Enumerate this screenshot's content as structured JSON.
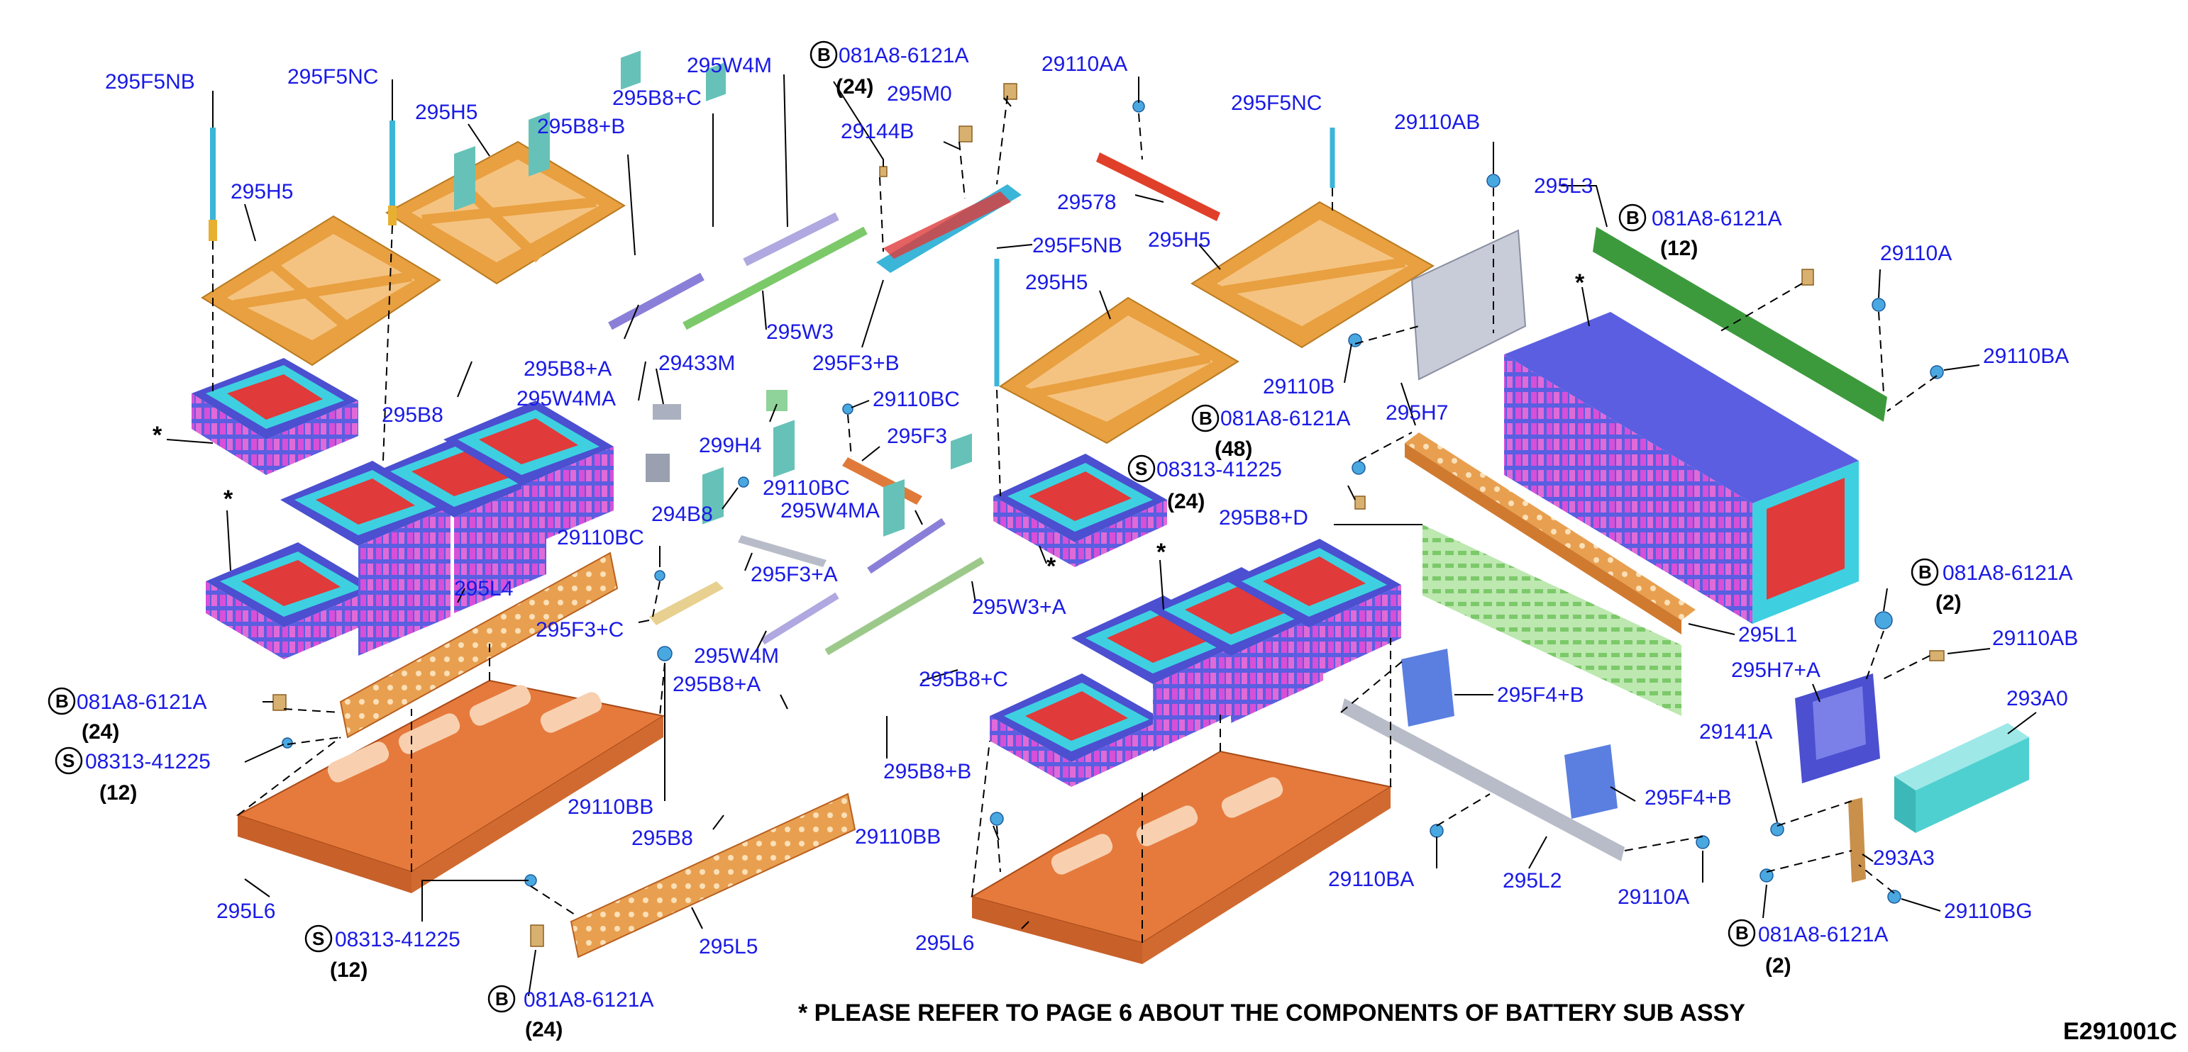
{
  "diagram": {
    "footnote": "* PLEASE REFER TO PAGE 6 ABOUT THE COMPONENTS OF BATTERY SUB ASSY",
    "figure_code": "E291001C",
    "asterisk": "*",
    "colors": {
      "callout": "#1a1ae6",
      "frame_orange": "#e8a040",
      "tray_orange": "#e57a3c",
      "module_blue": "#5b5ee0",
      "module_cyan": "#3ed0e0",
      "module_red": "#e03a3a",
      "module_magenta": "#d84fd8",
      "bus_green": "#7cc96a",
      "busbar_purple": "#9c8ad8",
      "sensor_teal": "#66c2b8",
      "bracket_blue": "#5a7fe0",
      "rail_grey": "#b8bcc8",
      "ecu_teal": "#4fd0d0"
    },
    "badges": {
      "bolt": "B",
      "screw": "S"
    },
    "callouts": [
      {
        "text": "295F5NB"
      },
      {
        "text": "295F5NC"
      },
      {
        "text": "295H5"
      },
      {
        "text": "295H5"
      },
      {
        "text": "295B8+B"
      },
      {
        "text": "295B8+C"
      },
      {
        "text": "295W4M"
      },
      {
        "text": "081A8-6121A",
        "badge": "B"
      },
      {
        "text": "295M0"
      },
      {
        "text": "29144B"
      },
      {
        "text": "29110AA"
      },
      {
        "text": "29578"
      },
      {
        "text": "295F5NC"
      },
      {
        "text": "29110AB"
      },
      {
        "text": "295L3"
      },
      {
        "text": "081A8-6121A",
        "badge": "B"
      },
      {
        "text": "29110A"
      },
      {
        "text": "29110BA"
      },
      {
        "text": "295F5NB"
      },
      {
        "text": "295H5"
      },
      {
        "text": "295H5"
      },
      {
        "text": "295W3"
      },
      {
        "text": "295F3+B"
      },
      {
        "text": "295B8+A"
      },
      {
        "text": "295W4MA"
      },
      {
        "text": "295B8"
      },
      {
        "text": "29433M"
      },
      {
        "text": "299H4"
      },
      {
        "text": "29110BC"
      },
      {
        "text": "295F3"
      },
      {
        "text": "29110B"
      },
      {
        "text": "295H7"
      },
      {
        "text": "081A8-6121A",
        "badge": "B"
      },
      {
        "text": "08313-41225",
        "badge": "S"
      },
      {
        "text": "295B8+D"
      },
      {
        "text": "294B8"
      },
      {
        "text": "29110BC"
      },
      {
        "text": "295W4MA"
      },
      {
        "text": "29110BC"
      },
      {
        "text": "295F3+A"
      },
      {
        "text": "295L4"
      },
      {
        "text": "295F3+C"
      },
      {
        "text": "295W3+A"
      },
      {
        "text": "295L1"
      },
      {
        "text": "081A8-6121A",
        "badge": "B"
      },
      {
        "text": "081A8-6121A",
        "badge": "B"
      },
      {
        "text": "295W4M"
      },
      {
        "text": "295B8+A"
      },
      {
        "text": "295B8+C"
      },
      {
        "text": "29110AB"
      },
      {
        "text": "295H7+A"
      },
      {
        "text": "293A0"
      },
      {
        "text": "08313-41225",
        "badge": "S"
      },
      {
        "text": "295F4+B"
      },
      {
        "text": "29141A"
      },
      {
        "text": "295B8+B"
      },
      {
        "text": "29110BB"
      },
      {
        "text": "295B8"
      },
      {
        "text": "29110BB"
      },
      {
        "text": "295F4+B"
      },
      {
        "text": "293A3"
      },
      {
        "text": "295L6"
      },
      {
        "text": "29110BA"
      },
      {
        "text": "295L2"
      },
      {
        "text": "29110A"
      },
      {
        "text": "29110BG"
      },
      {
        "text": "08313-41225",
        "badge": "S"
      },
      {
        "text": "295L5"
      },
      {
        "text": "295L6"
      },
      {
        "text": "081A8-6121A",
        "badge": "B"
      },
      {
        "text": "081A8-6121A",
        "badge": "B"
      }
    ],
    "quantities": [
      "(24)",
      "(12)",
      "(48)",
      "(24)",
      "(2)",
      "(24)",
      "(12)",
      "(12)",
      "(2)",
      "(24)"
    ]
  }
}
